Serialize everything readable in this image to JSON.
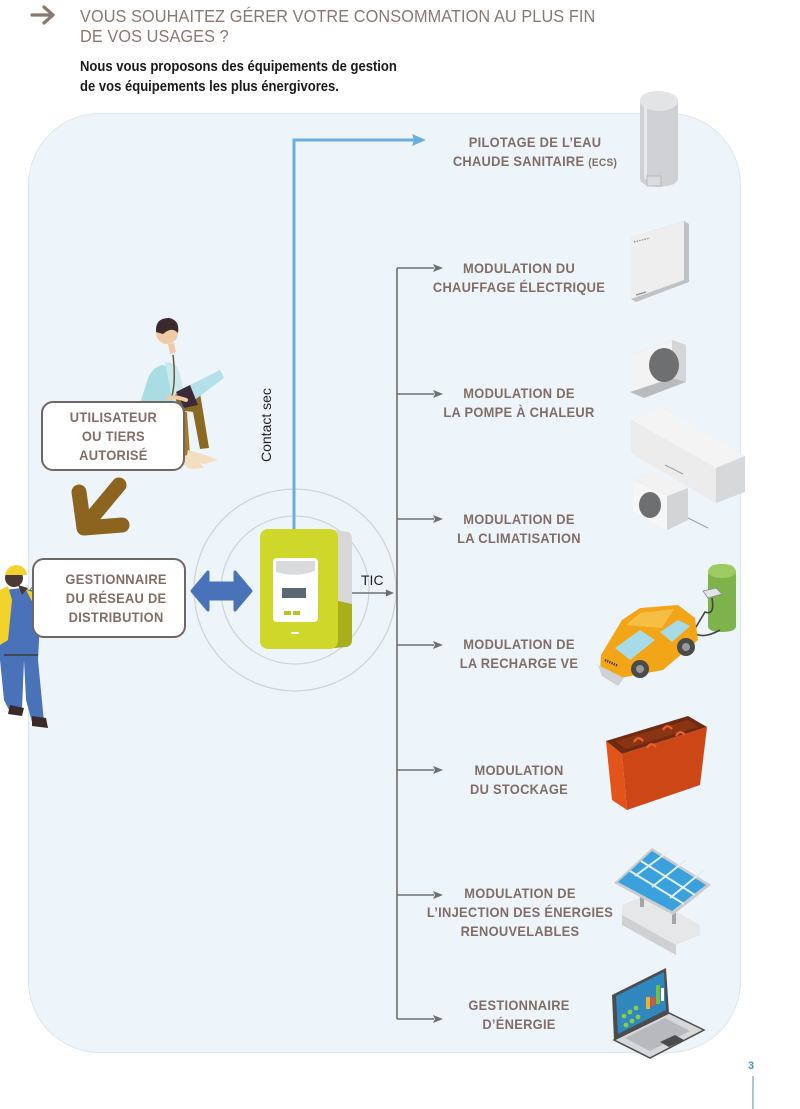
{
  "header": {
    "arrow_icon": "right-arrow-icon",
    "title_line1": "VOUS SOUHAITEZ GÉRER VOTRE CONSOMMATION AU PLUS FIN",
    "title_line2": "DE VOS USAGES ?",
    "subtitle_line1": "Nous vous proposons des équipements de gestion",
    "subtitle_line2": "de vos équipements les plus énergivores."
  },
  "actors": {
    "user": {
      "line1": "UTILISATEUR",
      "line2": "OU TIERS",
      "line3": "AUTORISÉ"
    },
    "operator": {
      "line1": "GESTIONNAIRE",
      "line2": "DU RÉSEAU DE",
      "line3": "DISTRIBUTION"
    }
  },
  "links": {
    "contact": "Contact sec",
    "tic": "TIC"
  },
  "usages": [
    {
      "line1": "PILOTAGE DE L’EAU",
      "line2": "CHAUDE SANITAIRE",
      "suffix": "(ECS)",
      "icon": "water-heater-icon"
    },
    {
      "line1": "MODULATION DU",
      "line2": "CHAUFFAGE ÉLECTRIQUE",
      "icon": "electric-radiator-icon"
    },
    {
      "line1": "MODULATION DE",
      "line2": "LA POMPE À CHALEUR",
      "icon": "heat-pump-icon"
    },
    {
      "line1": "MODULATION DE",
      "line2": "LA CLIMATISATION",
      "icon": "air-conditioner-icon"
    },
    {
      "line1": "MODULATION DE",
      "line2": "LA RECHARGE VE",
      "icon": "electric-car-charging-icon"
    },
    {
      "line1": "MODULATION",
      "line2": "DU STOCKAGE",
      "icon": "storage-tank-icon"
    },
    {
      "line1": "MODULATION DE",
      "line2": "L’INJECTION DES ÉNERGIES",
      "line3": "RENOUVELABLES",
      "icon": "solar-panel-icon"
    },
    {
      "line1": "GESTIONNAIRE",
      "line2": "D’ÉNERGIE",
      "icon": "energy-manager-laptop-icon"
    }
  ],
  "footer": {
    "page_number": "3"
  },
  "colors": {
    "title": "#8a7870",
    "label": "#826d66",
    "panel_bg": "#edf5fb",
    "contact_line": "#6aaee0",
    "branch_line": "#6f6f6f",
    "meter": "#cfd82a",
    "double_arrow": "#4a72b8",
    "brown_arrow": "#8c6420",
    "page_number": "#4a9aa6"
  }
}
